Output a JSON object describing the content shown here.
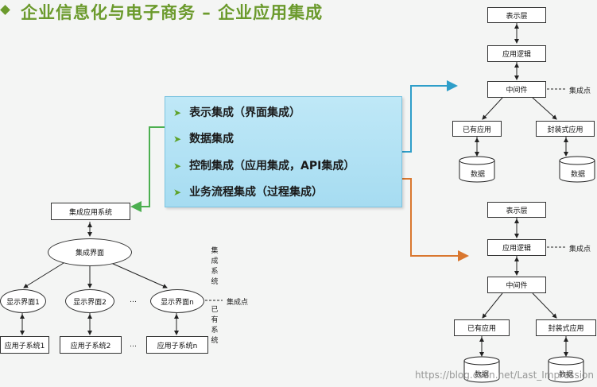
{
  "title": "企业信息化与电子商务 – 企业应用集成",
  "center_box": {
    "items": [
      "表示集成（界面集成）",
      "数据集成",
      "控制集成（应用集成，API集成）",
      "业务流程集成（过程集成）"
    ]
  },
  "left_diagram": {
    "top_node": "集成应用系统",
    "middle_node": "集成界面",
    "display_nodes": [
      "显示界面1",
      "显示界面2",
      "显示界面n"
    ],
    "ellipsis": "…",
    "sub_nodes": [
      "应用子系统1",
      "应用子系统2",
      "应用子系统n"
    ],
    "integration_system_label": "集成系统",
    "integration_point_label": "集成点",
    "existing_system_label": "已有系统"
  },
  "right_top_diagram": {
    "presentation": "表示层",
    "logic": "应用逻辑",
    "middleware": "中间件",
    "integration_point_label": "集成点",
    "existing_app": "已有应用",
    "wrapped_app": "封装式应用",
    "data_left": "数据",
    "data_right": "数据"
  },
  "right_bottom_diagram": {
    "presentation": "表示层",
    "logic": "应用逻辑",
    "middleware": "中间件",
    "integration_point_label": "集成点",
    "existing_app": "已有应用",
    "wrapped_app": "封装式应用",
    "data_left": "数据",
    "data_right": "数据"
  },
  "watermark": "https://blog.csdn.net/Last_Impression",
  "colors": {
    "title": "#6b9a2c",
    "green_arrow": "#4caf50",
    "blue_arrow": "#2e9ec9",
    "orange_arrow": "#d9772f"
  }
}
